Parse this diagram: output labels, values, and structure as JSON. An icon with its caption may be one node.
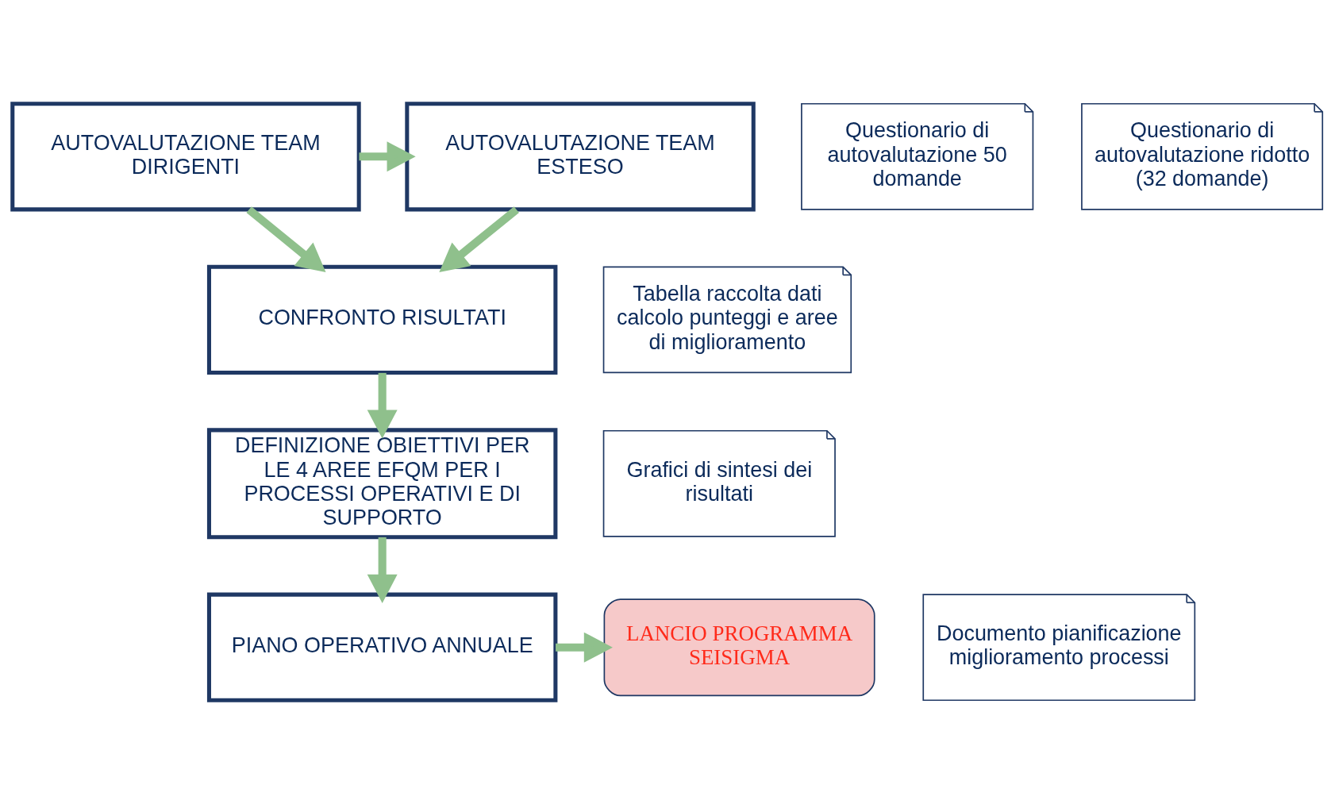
{
  "diagram": {
    "nodes": [
      {
        "text": [
          "AUTOVALUTAZIONE TEAM DIRIGENTI"
        ]
      },
      {
        "text": [
          "AUTOVALUTAZIONE TEAM ESTESO"
        ]
      },
      {
        "text": [
          "CONFRONTO RISULTATI"
        ]
      },
      {
        "text": [
          "DEFINIZIONE OBIETTIVI PER LE 4 AREE EFQM PER I PROCESSI OPERATIVI E DI SUPPORTO"
        ]
      },
      {
        "text": [
          "PIANO OPERATIVO ANNUALE"
        ]
      },
      {
        "text": [
          "LANCIO PROGRAMMA SEISIGMA"
        ]
      },
      {
        "text": [
          "Questionario di autovalutazione 50 domande"
        ]
      },
      {
        "text": [
          "Questionario di autovalutazione ridotto (32 domande)"
        ]
      },
      {
        "text": [
          "Tabella raccolta dati calcolo punteggi e aree di miglioramento"
        ]
      },
      {
        "text": [
          "Grafici di sintesi dei risultati"
        ]
      },
      {
        "text": [
          "Documento pianificazione miglioramento processi"
        ]
      }
    ],
    "edges": [
      {
        "from": 0,
        "to": 1,
        "arrow": "to"
      },
      {
        "from": 0,
        "to": 2,
        "arrow": "to"
      },
      {
        "from": 1,
        "to": 2,
        "arrow": "to"
      },
      {
        "from": 2,
        "to": 3,
        "arrow": "to"
      },
      {
        "from": 3,
        "to": 4,
        "arrow": "to"
      },
      {
        "from": 4,
        "to": 5,
        "arrow": "to"
      }
    ]
  }
}
